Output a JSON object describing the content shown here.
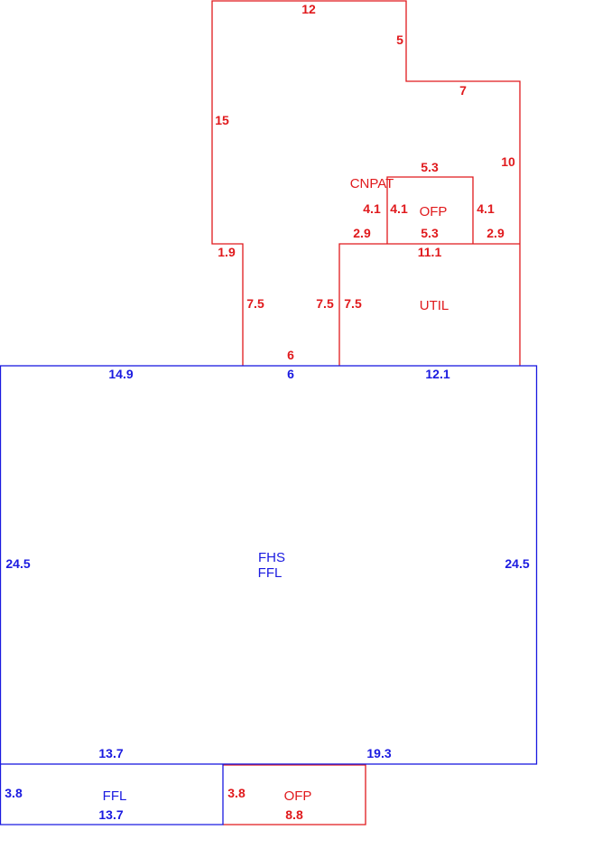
{
  "colors": {
    "red": "#e0191c",
    "blue": "#1a1ae0"
  },
  "areas": {
    "cnpat_name": "CNPAT",
    "ofp_upper_name": "OFP",
    "util_name": "UTIL",
    "fhs_name": "FHS",
    "ffl_main_name": "FFL",
    "ffl_lower_name": "FFL",
    "ofp_lower_name": "OFP"
  },
  "dimensions": {
    "cnpat_top": "12",
    "cnpat_notch_vertical": "5",
    "cnpat_notch_horizontal": "7",
    "cnpat_left": "15",
    "cnpat_right": "10",
    "cnpat_step": "1.9",
    "cnpat_lower_left": "7.5",
    "cnpat_bottom": "6",
    "ofp_upper_top": "5.3",
    "ofp_upper_left_outer": "4.1",
    "ofp_upper_left_inner": "4.1",
    "ofp_upper_right": "4.1",
    "ofp_upper_bottom": "5.3",
    "cnpat_ledge_left": "2.9",
    "cnpat_ledge_right": "2.9",
    "util_top": "11.1",
    "util_left_outer": "7.5",
    "util_left_inner": "7.5",
    "fhs_top_left": "14.9",
    "fhs_top_middle": "6",
    "fhs_top_right": "12.1",
    "fhs_left": "24.5",
    "fhs_right": "24.5",
    "fhs_bottom_left": "13.7",
    "fhs_bottom_right": "19.3",
    "ffl_lower_left": "3.8",
    "ffl_lower_bottom": "13.7",
    "ofp_lower_left": "3.8",
    "ofp_lower_bottom": "8.8"
  }
}
